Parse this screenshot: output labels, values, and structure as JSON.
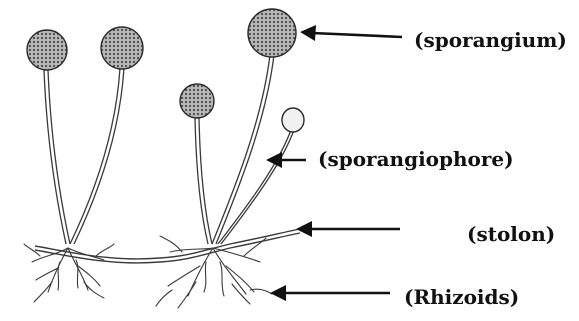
{
  "labels": {
    "sporangium": "(sporangium)",
    "sporangiophore": "(sporangiophore)",
    "stolon": "(stolon)",
    "rhizoids": "(Rhizoids)"
  },
  "colors": {
    "ink": "#111111",
    "sporangium_fill": "#9a9a9a",
    "sporangium_stroke": "#2a2a2a",
    "young_sporangium_fill": "#f1f1f1",
    "hypha": "#3a3a3a"
  }
}
